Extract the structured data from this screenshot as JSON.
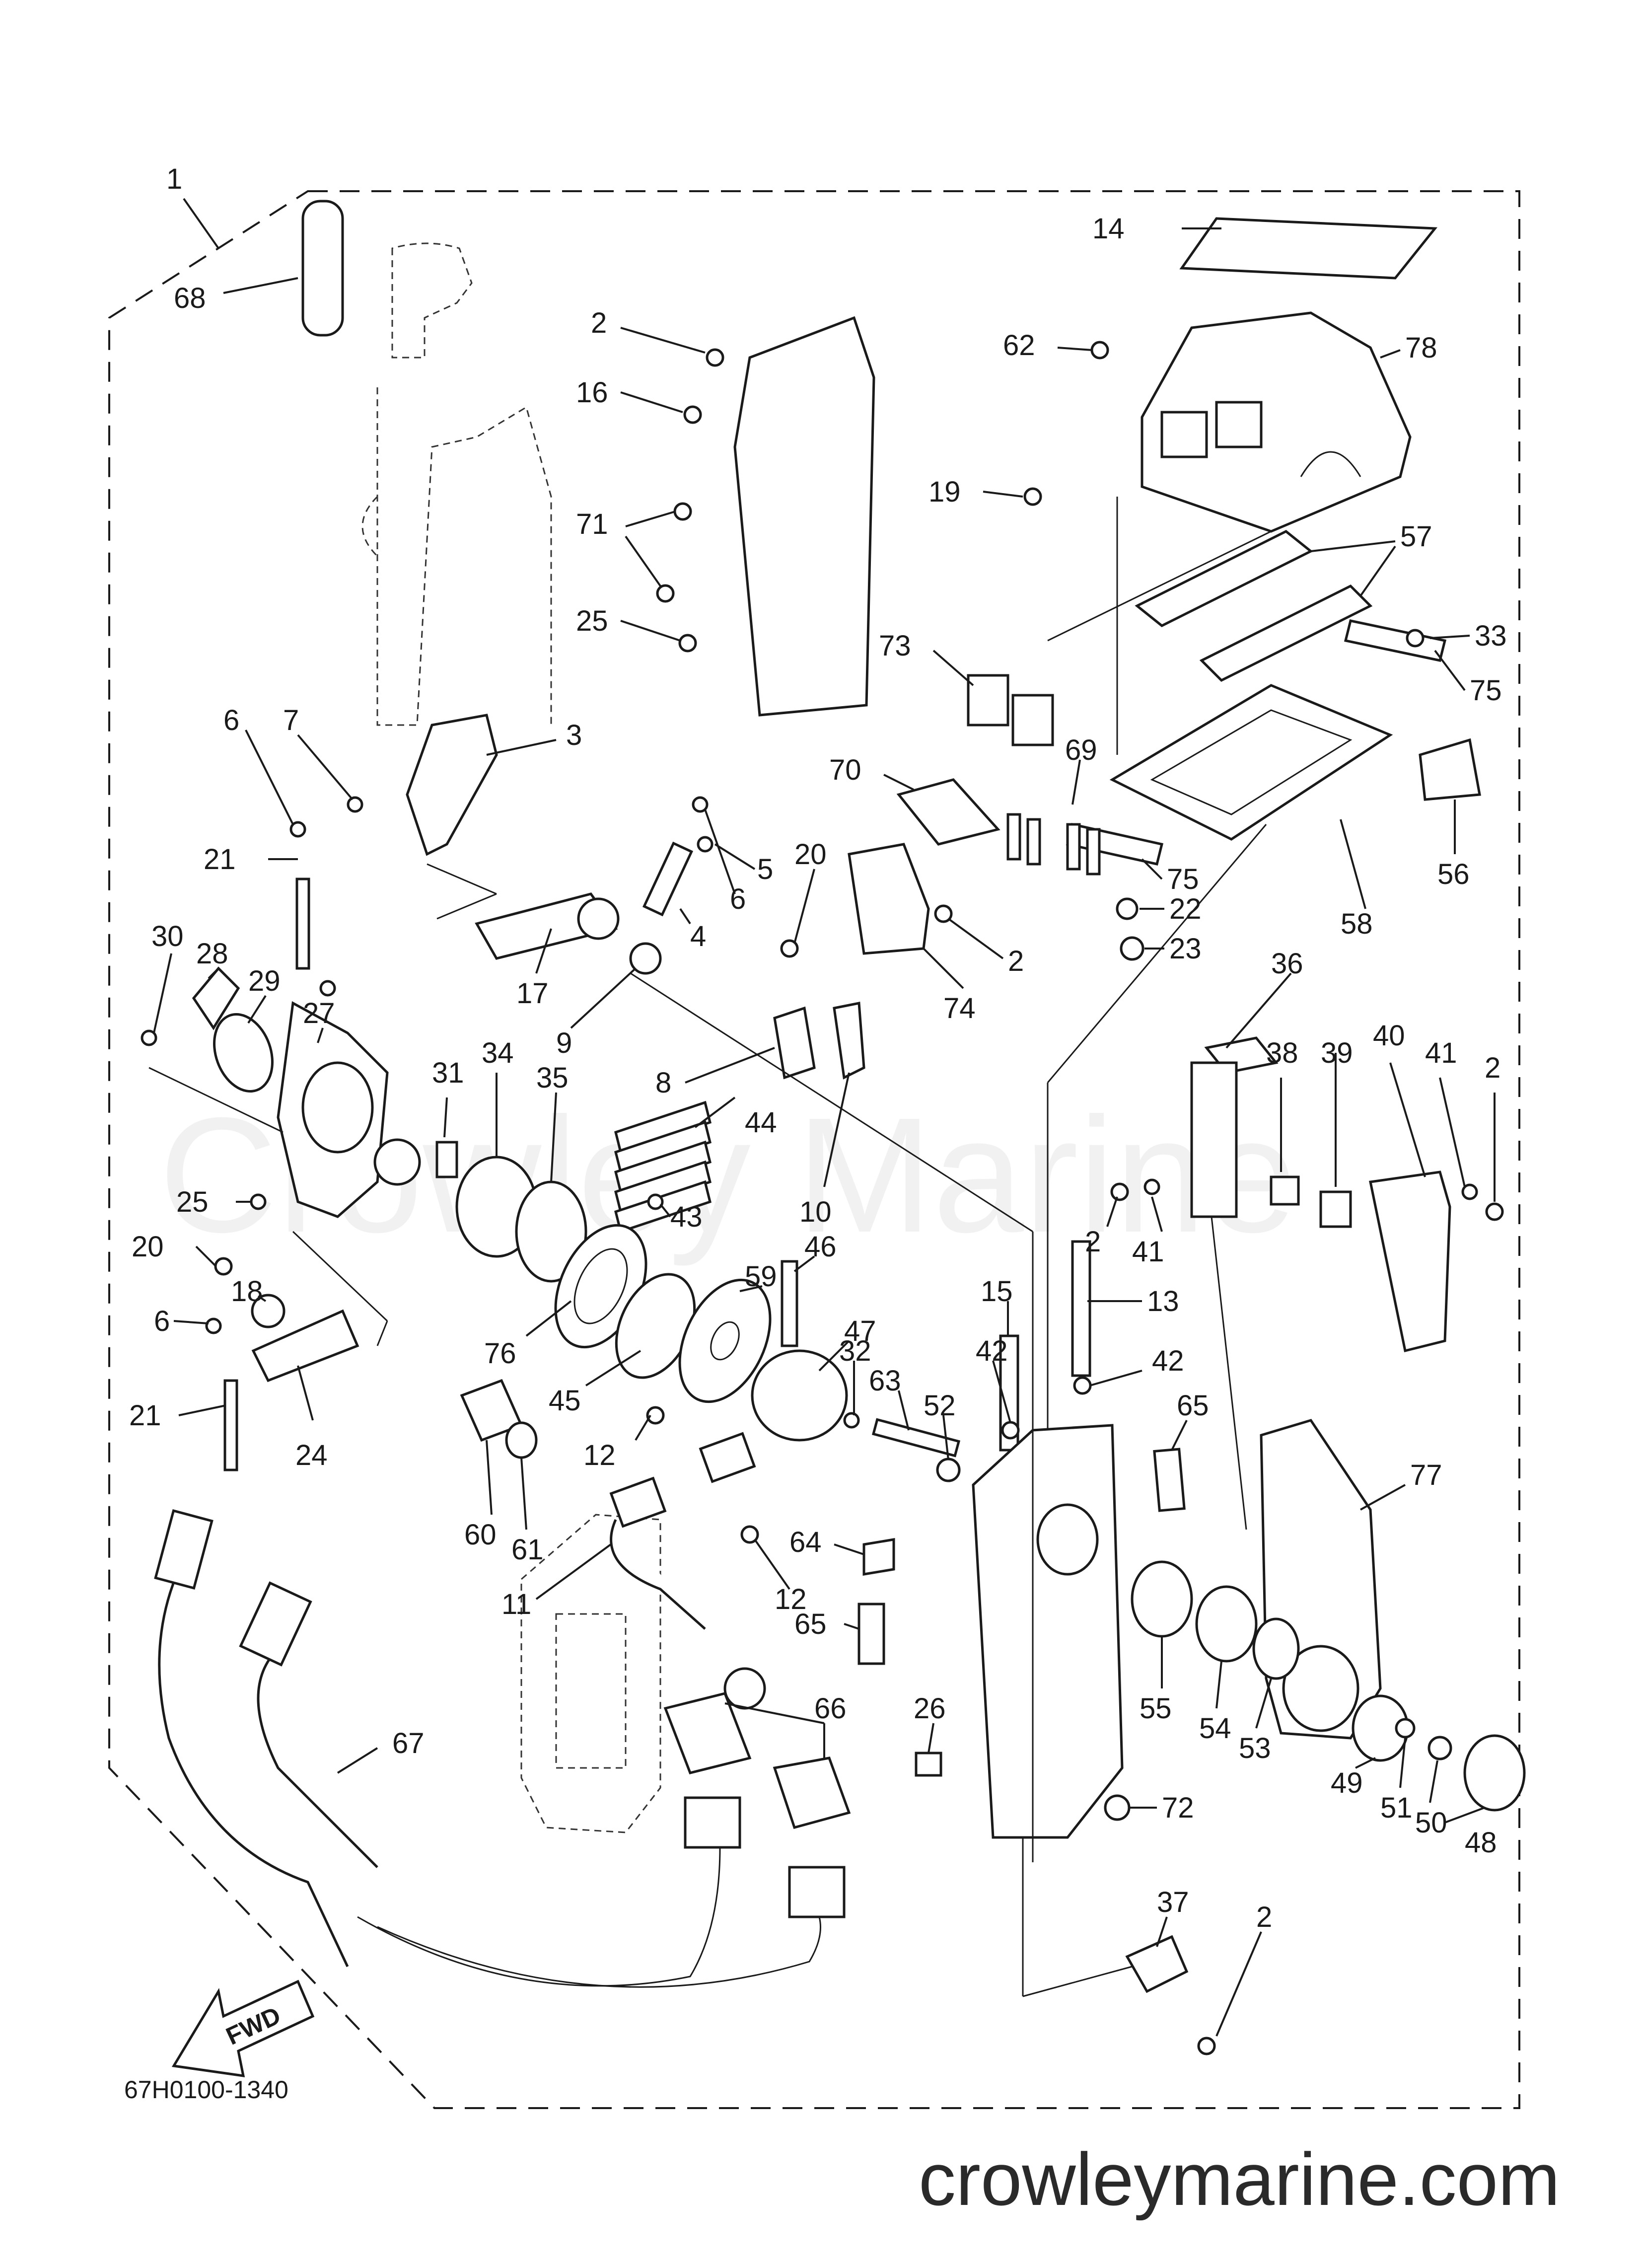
{
  "diagram_code": "67H0100-1340",
  "watermark": "Crowley Marine",
  "site": "crowleymarine.com",
  "fwd_label": "FWD",
  "callouts": [
    {
      "id": "c1",
      "text": "1"
    },
    {
      "id": "c68",
      "text": "68"
    },
    {
      "id": "c2a",
      "text": "2"
    },
    {
      "id": "c16",
      "text": "16"
    },
    {
      "id": "c71",
      "text": "71"
    },
    {
      "id": "c25a",
      "text": "25"
    },
    {
      "id": "c14",
      "text": "14"
    },
    {
      "id": "c62",
      "text": "62"
    },
    {
      "id": "c78",
      "text": "78"
    },
    {
      "id": "c19",
      "text": "19"
    },
    {
      "id": "c57",
      "text": "57"
    },
    {
      "id": "c33",
      "text": "33"
    },
    {
      "id": "c73",
      "text": "73"
    },
    {
      "id": "c75a",
      "text": "75"
    },
    {
      "id": "c69",
      "text": "69"
    },
    {
      "id": "c70",
      "text": "70"
    },
    {
      "id": "c56",
      "text": "56"
    },
    {
      "id": "c75b",
      "text": "75"
    },
    {
      "id": "c22",
      "text": "22"
    },
    {
      "id": "c23",
      "text": "23"
    },
    {
      "id": "c58",
      "text": "58"
    },
    {
      "id": "c2b",
      "text": "2"
    },
    {
      "id": "c74",
      "text": "74"
    },
    {
      "id": "c6a",
      "text": "6"
    },
    {
      "id": "c7",
      "text": "7"
    },
    {
      "id": "c3",
      "text": "3"
    },
    {
      "id": "c5",
      "text": "5"
    },
    {
      "id": "c6b",
      "text": "6"
    },
    {
      "id": "c20a",
      "text": "20"
    },
    {
      "id": "c21a",
      "text": "21"
    },
    {
      "id": "c4",
      "text": "4"
    },
    {
      "id": "c17",
      "text": "17"
    },
    {
      "id": "c9",
      "text": "9"
    },
    {
      "id": "c30",
      "text": "30"
    },
    {
      "id": "c28",
      "text": "28"
    },
    {
      "id": "c29",
      "text": "29"
    },
    {
      "id": "c27",
      "text": "27"
    },
    {
      "id": "c36",
      "text": "36"
    },
    {
      "id": "c38",
      "text": "38"
    },
    {
      "id": "c40",
      "text": "40"
    },
    {
      "id": "c41a",
      "text": "41"
    },
    {
      "id": "c2c",
      "text": "2"
    },
    {
      "id": "c8",
      "text": "8"
    },
    {
      "id": "c31",
      "text": "31"
    },
    {
      "id": "c34",
      "text": "34"
    },
    {
      "id": "c35",
      "text": "35"
    },
    {
      "id": "c44",
      "text": "44"
    },
    {
      "id": "c39",
      "text": "39"
    },
    {
      "id": "c10",
      "text": "10"
    },
    {
      "id": "c25b",
      "text": "25"
    },
    {
      "id": "c43",
      "text": "43"
    },
    {
      "id": "c2d",
      "text": "2"
    },
    {
      "id": "c41b",
      "text": "41"
    },
    {
      "id": "c20b",
      "text": "20"
    },
    {
      "id": "c59",
      "text": "59"
    },
    {
      "id": "c46",
      "text": "46"
    },
    {
      "id": "c18",
      "text": "18"
    },
    {
      "id": "c15",
      "text": "15"
    },
    {
      "id": "c13",
      "text": "13"
    },
    {
      "id": "c47",
      "text": "47"
    },
    {
      "id": "c6c",
      "text": "6"
    },
    {
      "id": "c76",
      "text": "76"
    },
    {
      "id": "c45",
      "text": "45"
    },
    {
      "id": "c32",
      "text": "32"
    },
    {
      "id": "c42a",
      "text": "42"
    },
    {
      "id": "c42b",
      "text": "42"
    },
    {
      "id": "c21b",
      "text": "21"
    },
    {
      "id": "c63",
      "text": "63"
    },
    {
      "id": "c52",
      "text": "52"
    },
    {
      "id": "c65a",
      "text": "65"
    },
    {
      "id": "c24",
      "text": "24"
    },
    {
      "id": "c12a",
      "text": "12"
    },
    {
      "id": "c77",
      "text": "77"
    },
    {
      "id": "c60",
      "text": "60"
    },
    {
      "id": "c61",
      "text": "61"
    },
    {
      "id": "c64",
      "text": "64"
    },
    {
      "id": "c11",
      "text": "11"
    },
    {
      "id": "c12b",
      "text": "12"
    },
    {
      "id": "c65b",
      "text": "65"
    },
    {
      "id": "c55",
      "text": "55"
    },
    {
      "id": "c54",
      "text": "54"
    },
    {
      "id": "c53",
      "text": "53"
    },
    {
      "id": "c26",
      "text": "26"
    },
    {
      "id": "c66",
      "text": "66"
    },
    {
      "id": "c49",
      "text": "49"
    },
    {
      "id": "c51",
      "text": "51"
    },
    {
      "id": "c50",
      "text": "50"
    },
    {
      "id": "c67",
      "text": "67"
    },
    {
      "id": "c72",
      "text": "72"
    },
    {
      "id": "c48",
      "text": "48"
    },
    {
      "id": "c37",
      "text": "37"
    },
    {
      "id": "c2e",
      "text": "2"
    }
  ]
}
